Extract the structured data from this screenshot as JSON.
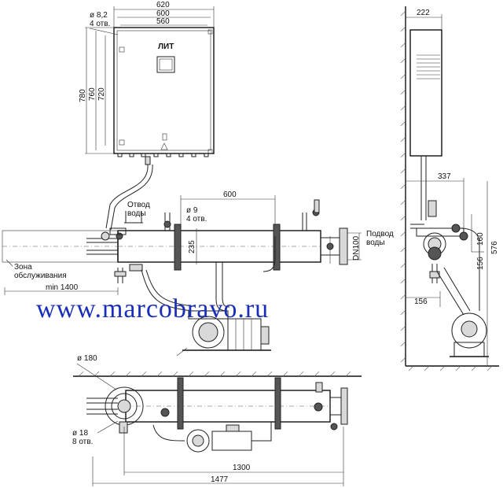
{
  "front_view": {
    "dims": {
      "w620": "620",
      "w600": "600",
      "w560": "560",
      "h780": "780",
      "h760": "760",
      "h720": "720",
      "d82": "ø 8,2",
      "holes4": "4 отв.",
      "w600b": "600",
      "h235": "235",
      "d9": "ø 9",
      "holes4b": "4 отв.",
      "dn100": "DN100",
      "min1400": "min 1400"
    },
    "labels": {
      "brand": "ЛИТ",
      "outlet": [
        "Отвод",
        "воды"
      ],
      "inlet": [
        "Подвод",
        "воды"
      ],
      "service": [
        "Зона",
        "обслуживания"
      ]
    }
  },
  "side_view": {
    "dims": {
      "w222": "222",
      "w337": "337",
      "h160": "160",
      "h156": "156",
      "h576": "576",
      "w156": "156"
    }
  },
  "top_view": {
    "dims": {
      "d180": "ø 180",
      "d18": "ø 18",
      "holes8": "8 отв.",
      "w1300": "1300",
      "w1477": "1477"
    }
  },
  "watermark": "www.marcobravo.ru"
}
